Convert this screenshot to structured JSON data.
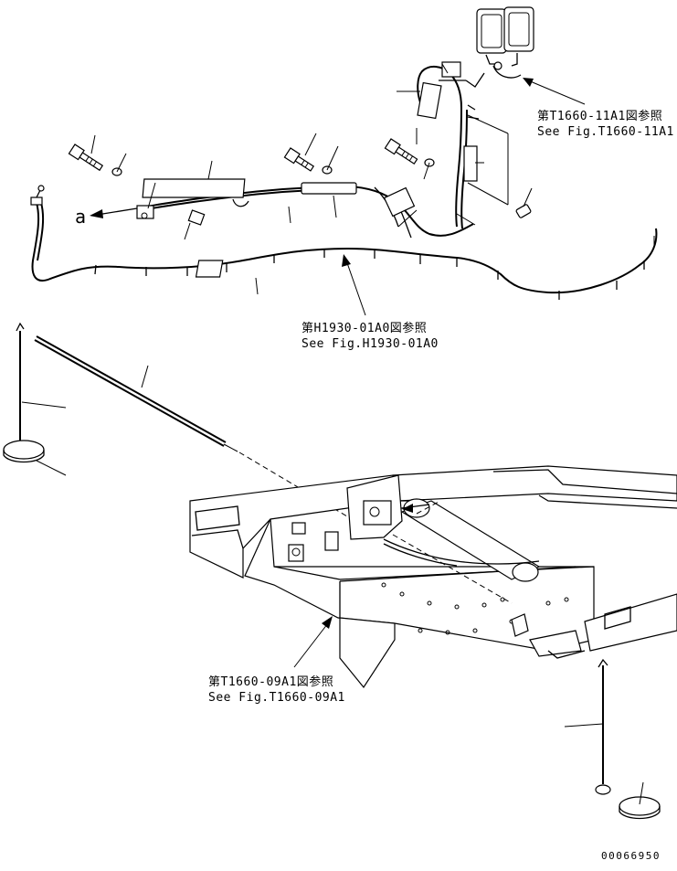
{
  "callouts": {
    "ref_top_right_jp": "第T1660-11A1図参照",
    "ref_top_right_en": "See Fig.T1660-11A1",
    "ref_middle_jp": "第H1930-01A0図参照",
    "ref_middle_en": "See Fig.H1930-01A0",
    "ref_bottom_jp": "第T1660-09A1図参照",
    "ref_bottom_en": "See Fig.T1660-09A1",
    "arrow_label": "a"
  },
  "drawing_number": "00066950"
}
